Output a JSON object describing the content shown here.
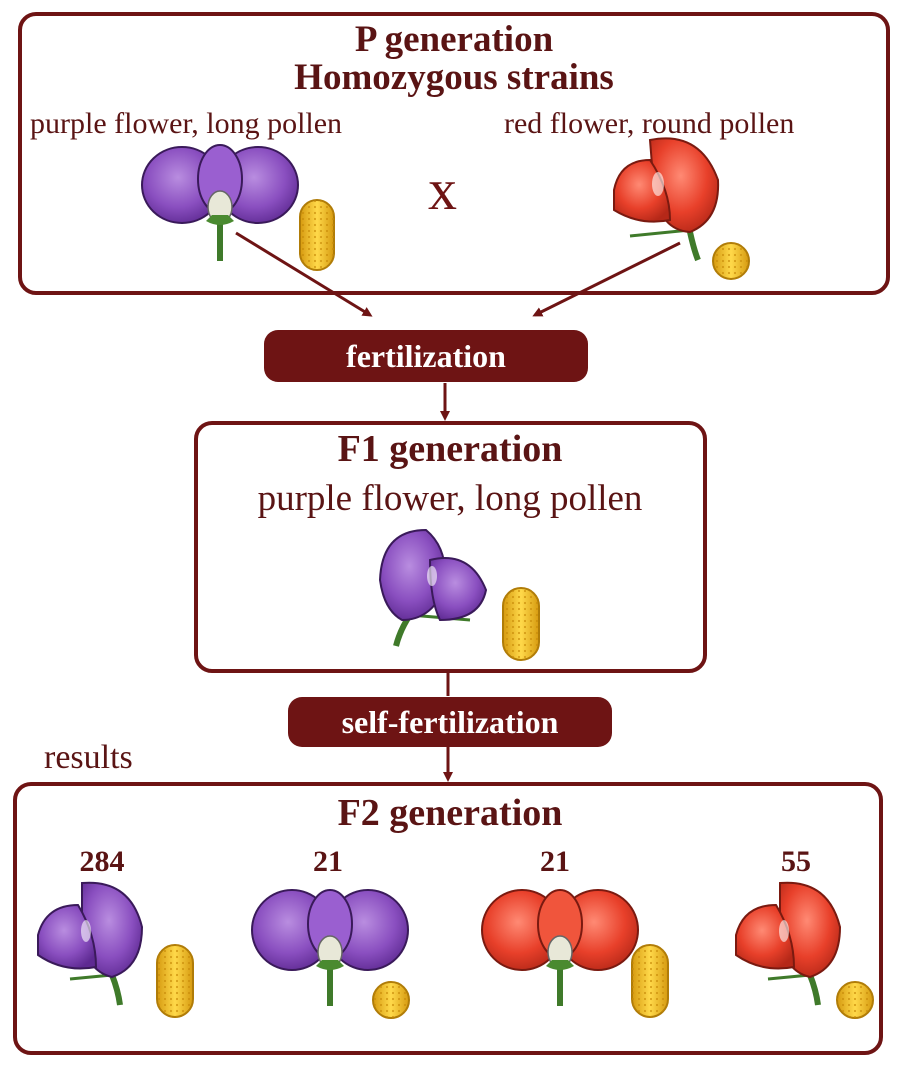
{
  "p_generation": {
    "title": "P generation",
    "subtitle": "Homozygous strains",
    "left_label": "purple flower, long pollen",
    "right_label": "red flower, round pollen",
    "cross_symbol": "x"
  },
  "step1": {
    "label": "fertilization"
  },
  "f1_generation": {
    "title": "F1 generation",
    "label": "purple flower, long pollen"
  },
  "step2": {
    "label": "self-fertilization"
  },
  "results_label": "results",
  "f2_generation": {
    "title": "F2 generation",
    "counts": [
      "284",
      "21",
      "21",
      "55"
    ]
  },
  "colors": {
    "border": "#6e1414",
    "text": "#5a1414",
    "purple": "#8a4fc0",
    "red": "#e8402a",
    "pollen": "#f0c02a"
  }
}
